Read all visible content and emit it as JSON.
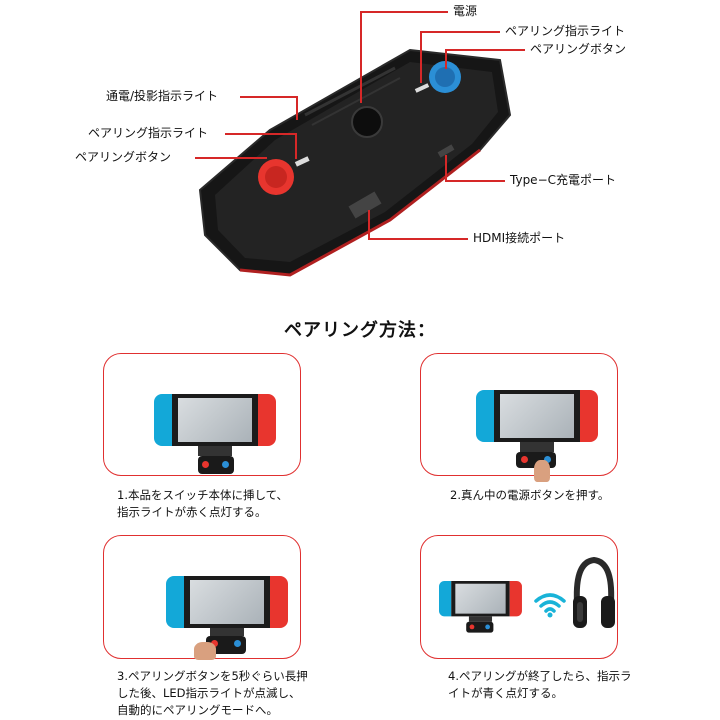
{
  "callouts": {
    "power": "電源",
    "pairing_light_right": "ペアリング指示ライト",
    "pairing_button_right": "ペアリングボタン",
    "power_cast_light": "通電/投影指示ライト",
    "pairing_light_left": "ペアリング指示ライト",
    "pairing_button_left": "ペアリングボタン",
    "typec_port": "Type−C充電ポート",
    "hdmi_port": "HDMI接続ポート"
  },
  "section_title": "ペアリング方法：",
  "steps": [
    {
      "line1": "1.本品をスイッチ本体に挿して、",
      "line2": "指示ライトが赤く点灯する。",
      "line3": ""
    },
    {
      "line1": "2.真ん中の電源ボタンを押す。",
      "line2": "",
      "line3": ""
    },
    {
      "line1": "3.ペアリングボタンを5秒ぐらい長押",
      "line2": "した後、LED指示ライトが点滅し、",
      "line3": "自動的にペアリングモードへ。"
    },
    {
      "line1": "4.ペアリングが終了したら、指示ラ",
      "line2": "イトが青く点灯する。",
      "line3": ""
    }
  ],
  "colors": {
    "accent": "#d62828",
    "joycon_blue": "#13a8d8",
    "joycon_red": "#e8352e"
  }
}
